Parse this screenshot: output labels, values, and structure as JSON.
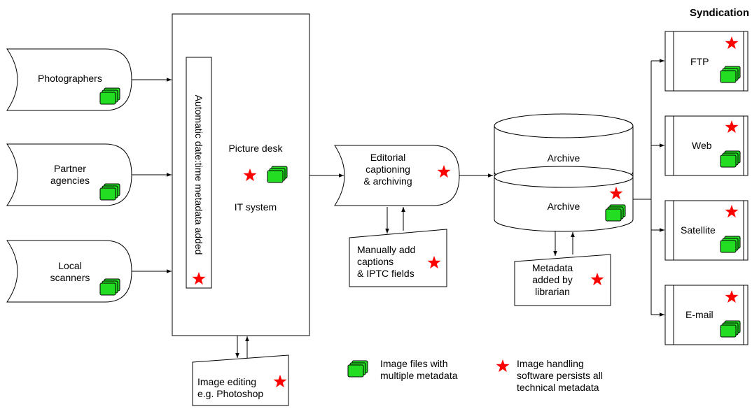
{
  "diagram": {
    "sources": [
      {
        "label": "Photographers"
      },
      {
        "label": "Partner\nagencies"
      },
      {
        "label": "Local\nscanners"
      }
    ],
    "ingest_note": "Automatic date:time metadata added",
    "picture_desk": {
      "title": "Picture desk",
      "subtitle": "IT system"
    },
    "image_editing": "Image editing\ne.g. Photoshop",
    "editorial": "Editorial\ncaptioning\n& archiving",
    "manual_captions": "Manually add\ncaptions\n& IPTC fields",
    "archive": {
      "top_label": "Archive",
      "bottom_label": "Archive"
    },
    "librarian": "Metadata\nadded by\nlibrarian",
    "syndication": {
      "heading": "Syndication",
      "channels": [
        {
          "label": "FTP"
        },
        {
          "label": "Web"
        },
        {
          "label": "Satellite"
        },
        {
          "label": "E-mail"
        }
      ]
    },
    "legend": {
      "files": "Image files with\nmultiple metadata",
      "software": "Image handling\nsoftware persists all\ntechnical metadata"
    },
    "colors": {
      "file_icon": "#22dd22",
      "star": "#ff0000",
      "line": "#000000"
    }
  }
}
